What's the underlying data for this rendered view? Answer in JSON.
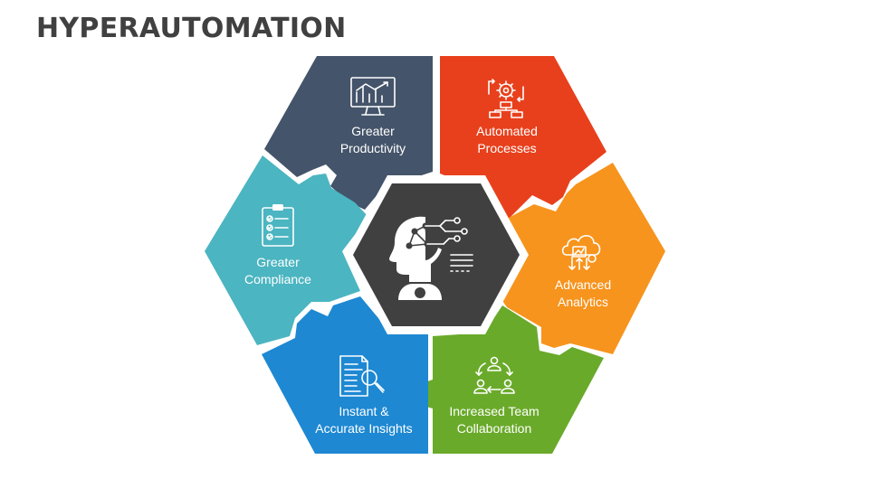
{
  "title": "HYPERAUTOMATION",
  "segments": [
    {
      "line1": "Greater",
      "line2": "Productivity",
      "color": "#44546A",
      "icon": "monitor-chart-icon"
    },
    {
      "line1": "Automated",
      "line2": "Processes",
      "color": "#E8401C",
      "icon": "gear-flowchart-icon"
    },
    {
      "line1": "Advanced",
      "line2": "Analytics",
      "color": "#F7941D",
      "icon": "cloud-analytics-icon"
    },
    {
      "line1": "Increased Team",
      "line2": "Collaboration",
      "color": "#6AAA2A",
      "icon": "team-cycle-icon"
    },
    {
      "line1": "Instant &",
      "line2": "Accurate Insights",
      "color": "#1E88D2",
      "icon": "document-search-icon"
    },
    {
      "line1": "Greater",
      "line2": "Compliance",
      "color": "#4BB5C1",
      "icon": "clipboard-checklist-icon"
    }
  ],
  "center": {
    "color": "#404040",
    "icon": "ai-head-network-icon"
  }
}
